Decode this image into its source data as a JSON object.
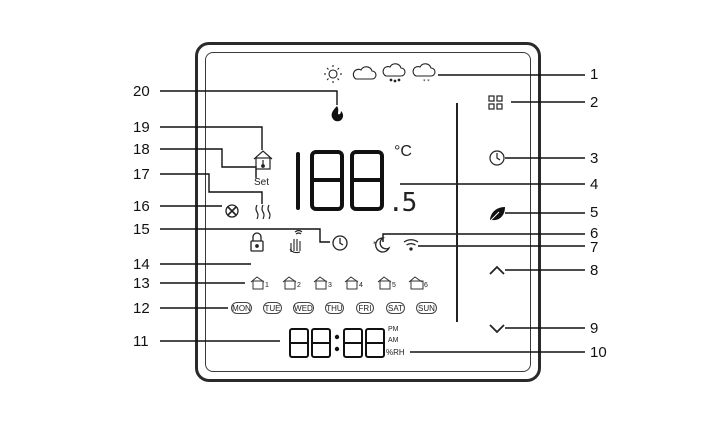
{
  "callouts": [
    "1",
    "2",
    "3",
    "4",
    "5",
    "6",
    "7",
    "8",
    "9",
    "10",
    "11",
    "12",
    "13",
    "14",
    "15",
    "16",
    "17",
    "18",
    "19",
    "20"
  ],
  "display": {
    "temp_digits": "188",
    "temp_decimal": ".5",
    "temp_unit": "°C",
    "set_label": "Set",
    "clock_digits": "88:88",
    "pm": "PM",
    "am": "AM",
    "rh": "%RH"
  },
  "days": [
    "MON",
    "TUE",
    "WED",
    "THU",
    "FRI",
    "SAT",
    "SUN"
  ],
  "periods": [
    "1",
    "2",
    "3",
    "4",
    "5",
    "6"
  ],
  "icons": {
    "weather": [
      "sun-icon",
      "cloud-icon",
      "rain-cloud-icon",
      "snow-cloud-icon"
    ],
    "menu": "grid-menu-icon",
    "clock": "clock-icon",
    "eco": "leaf-icon",
    "night": "moon-icon",
    "wifi": "wifi-icon",
    "up": "chevron-up-icon",
    "down": "chevron-down-icon",
    "flame": "flame-icon",
    "house_temp": "house-thermometer-icon",
    "heat": "heat-waves-icon",
    "fan": "fan-icon",
    "lock": "lock-icon",
    "manual": "hand-icon",
    "timer": "timer-icon"
  }
}
